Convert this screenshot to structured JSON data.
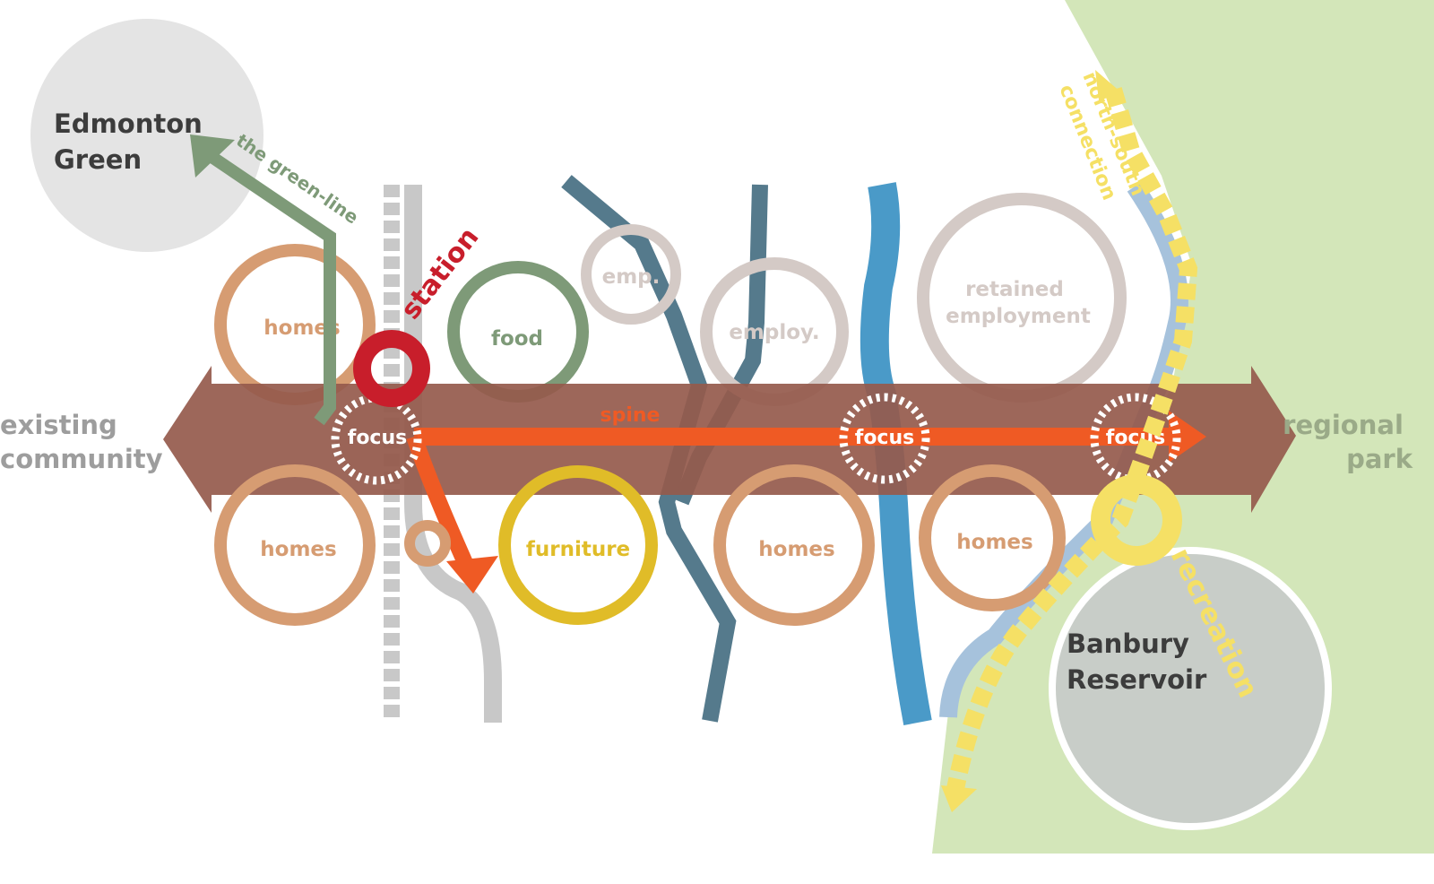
{
  "colors": {
    "park": "#d3e6b9",
    "spine_band": "#955a4c",
    "spine_arrow": "#ef5a24",
    "station": "#c81e2b",
    "homes": "#d69c72",
    "food": "#7e9a78",
    "furniture": "#e0bc28",
    "employment": "#d4cac6",
    "green_line": "#7e9a78",
    "river": "#4a9ac8",
    "river_light": "#a6c2dc",
    "creek": "#557a8c",
    "railway": "#c8c8c8",
    "recreation": "#f5e065",
    "reservoir": "#c8cdc8",
    "edmonton": "#e4e4e4",
    "label_grey": "#9d9d9d",
    "label_park": "#9aaa88",
    "label_dark": "#3c3c3c"
  },
  "labels": {
    "edmonton_line1": "Edmonton",
    "edmonton_line2": "Green",
    "green_line": "the green-line",
    "station": "station",
    "existing_line1": "existing",
    "existing_line2": "community",
    "regional_line1": "regional",
    "regional_line2": "park",
    "spine": "spine",
    "focus_1": "focus",
    "focus_2": "focus",
    "focus_3": "focus",
    "homes_1": "homes",
    "homes_2": "homes",
    "homes_3": "homes",
    "homes_4": "homes",
    "food": "food",
    "furniture": "furniture",
    "emp": "emp.",
    "employ": "employ.",
    "retained_line1": "retained",
    "retained_line2": "employment",
    "north_south_line1": "north-south",
    "north_south_line2": "connection",
    "recreation": "recreation",
    "banbury_line1": "Banbury",
    "banbury_line2": "Reservoir"
  }
}
